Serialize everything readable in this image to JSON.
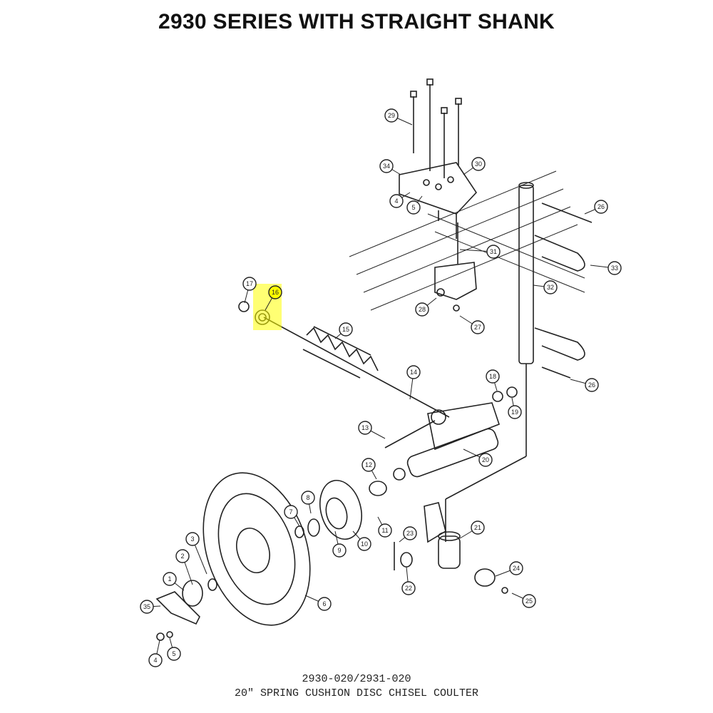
{
  "title": "2930 SERIES WITH STRAIGHT SHANK",
  "drawing_number": "2930-020/2931-020",
  "drawing_description": "20\" SPRING CUSHION DISC CHISEL COULTER",
  "highlight_color": "#ffff00",
  "callouts": [
    {
      "label": "29"
    },
    {
      "label": "34"
    },
    {
      "label": "30"
    },
    {
      "label": "4"
    },
    {
      "label": "5"
    },
    {
      "label": "26"
    },
    {
      "label": "31"
    },
    {
      "label": "33"
    },
    {
      "label": "32"
    },
    {
      "label": "28"
    },
    {
      "label": "27"
    },
    {
      "label": "17"
    },
    {
      "label": "16",
      "highlighted": true
    },
    {
      "label": "15"
    },
    {
      "label": "14"
    },
    {
      "label": "18"
    },
    {
      "label": "19"
    },
    {
      "label": "26"
    },
    {
      "label": "13"
    },
    {
      "label": "20"
    },
    {
      "label": "12"
    },
    {
      "label": "8"
    },
    {
      "label": "7"
    },
    {
      "label": "10"
    },
    {
      "label": "9"
    },
    {
      "label": "11"
    },
    {
      "label": "23"
    },
    {
      "label": "21"
    },
    {
      "label": "3"
    },
    {
      "label": "2"
    },
    {
      "label": "1"
    },
    {
      "label": "24"
    },
    {
      "label": "6"
    },
    {
      "label": "22"
    },
    {
      "label": "25"
    },
    {
      "label": "35"
    },
    {
      "label": "4"
    },
    {
      "label": "5"
    }
  ]
}
